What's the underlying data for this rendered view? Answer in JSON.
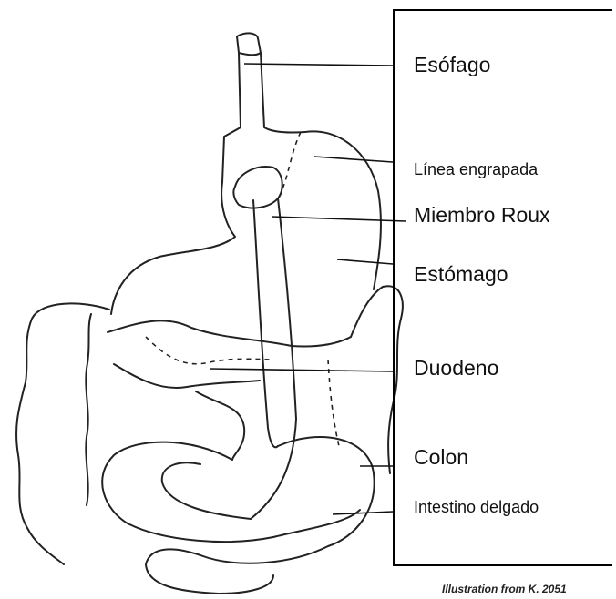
{
  "labels": {
    "esophagus": "Esófago",
    "staple_line": "Línea engrapada",
    "roux_limb": "Miembro Roux",
    "stomach": "Estómago",
    "duodenum": "Duodeno",
    "colon": "Colon",
    "small_intestine": "Intestino delgado"
  },
  "credit": "Illustration from K. 2051"
}
